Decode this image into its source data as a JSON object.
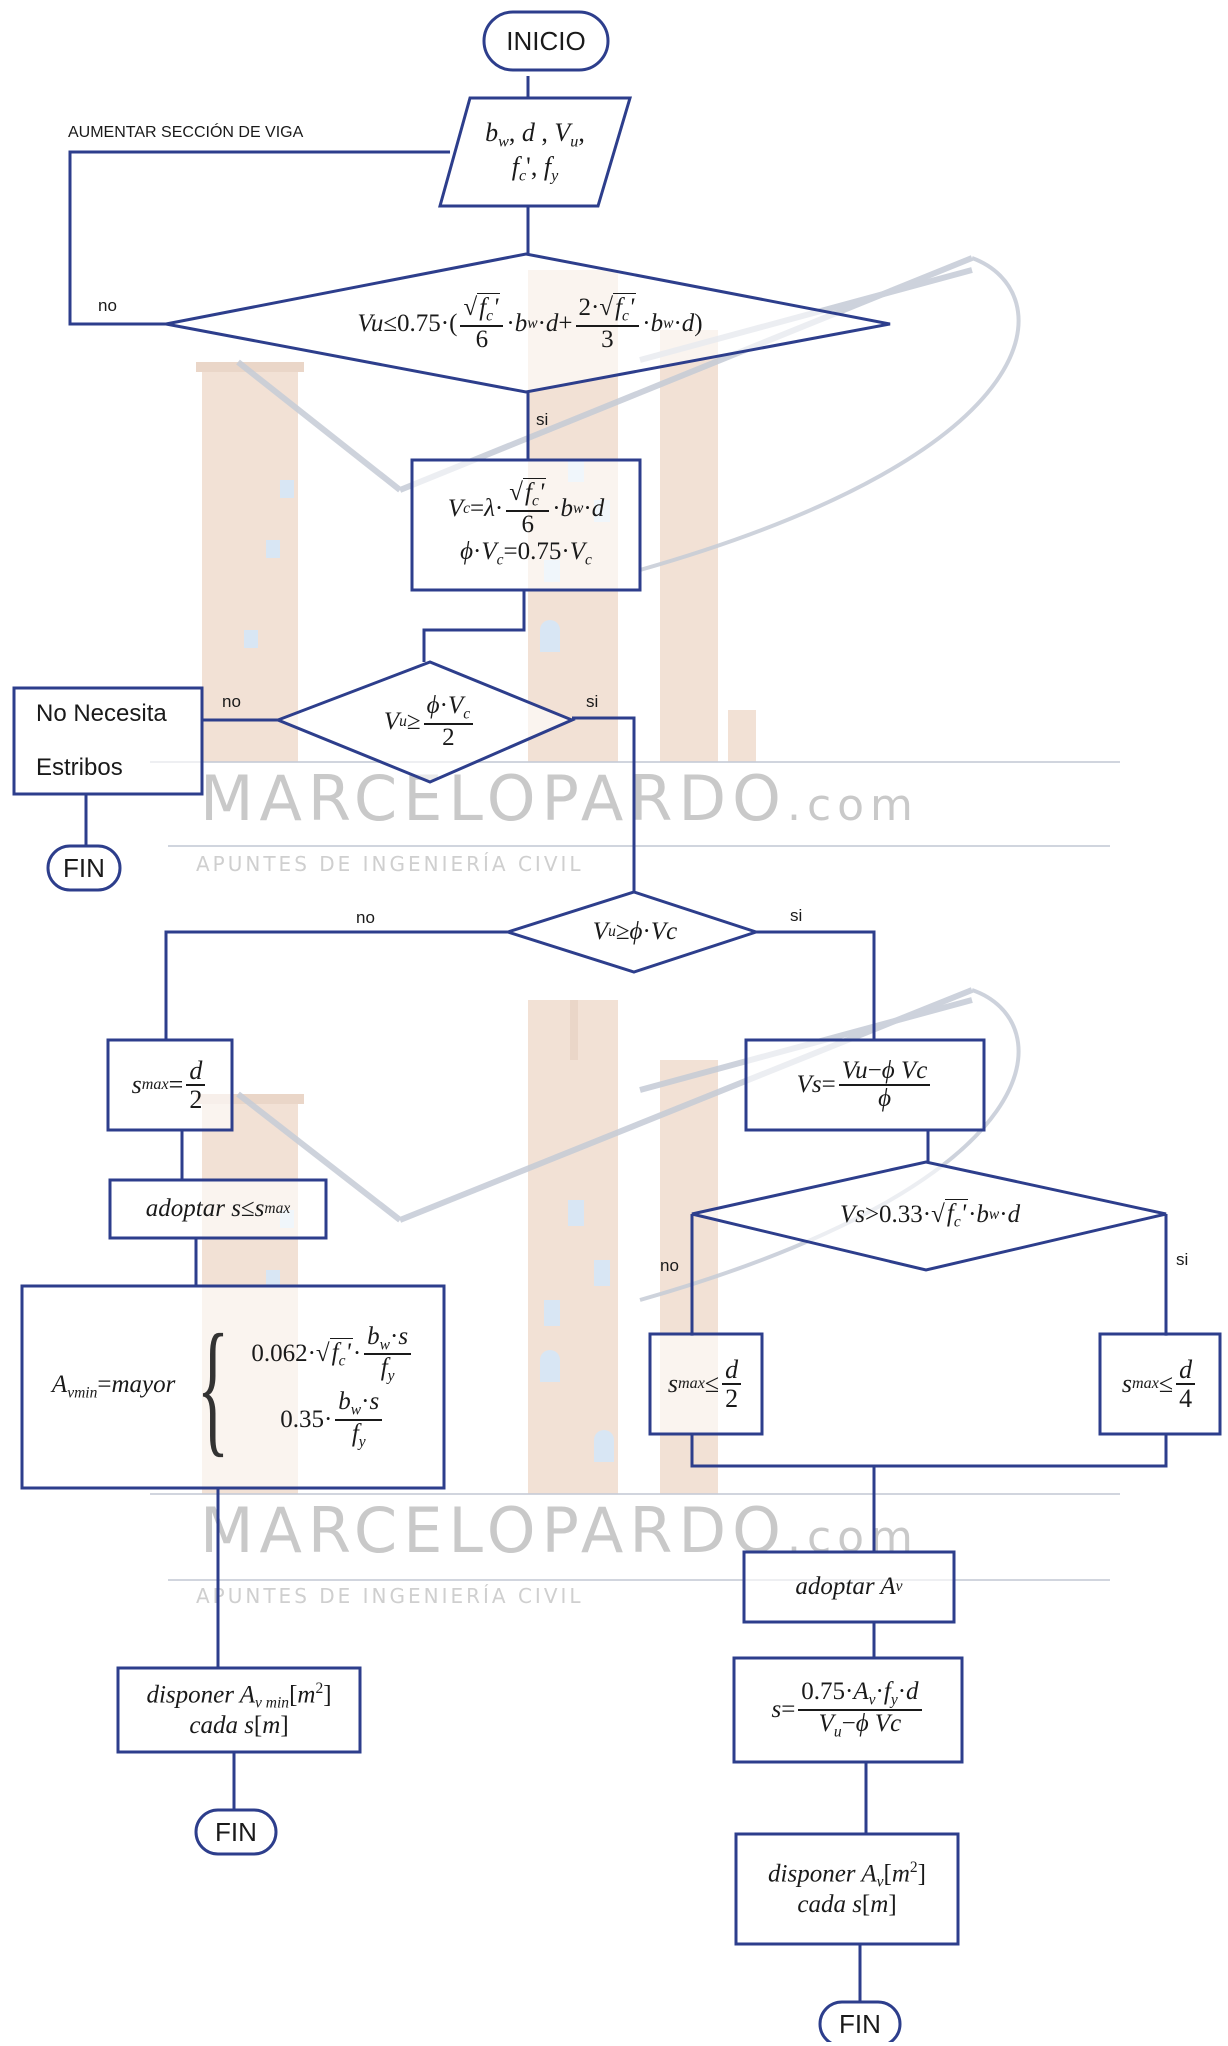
{
  "watermark": {
    "brand": "MARCELOPARDO",
    "domain": ".com",
    "tagline": "APUNTES DE INGENIERÍA CIVIL"
  },
  "colors": {
    "line": "#2d3e8c",
    "text": "#1a1a1a",
    "watermark_building": "#e8c9b3",
    "watermark_window": "#b9d3ec"
  },
  "nodes": {
    "start": "INICIO",
    "inputs": "b_w, d, V_u, f_c', f_y",
    "check_section": "Vu ≤ 0.75·(√f_c'/6·b_w·d + 2·√f_c'/3·b_w·d)",
    "vc_calc": "V_c = λ·√f_c'/6·b_w·d ; φ·V_c = 0.75·V_c",
    "check_min": "V_u ≥ φ·V_c / 2",
    "no_stirrups_line1": "No Necesita",
    "no_stirrups_line2": "Estribos",
    "end": "FIN",
    "check_vc": "V_u ≥ φ·Vc",
    "smax_half": "s_max = d/2",
    "adopt_s": "adoptar s ≤ s_max",
    "avmin": "A_vmin = mayor {0.062·√f_c'·b_w·s/f_y ; 0.35·b_w·s/f_y}",
    "dispose_min": "disponer A_vmin[m²] cada s[m]",
    "vs_calc": "Vs = (Vu − φVc)/φ",
    "check_vs": "Vs > 0.33·√f_c'·b_w·d",
    "smax_d2": "s_max ≤ d/2",
    "smax_d4": "s_max ≤ d/4",
    "adopt_av": "adoptar A_v",
    "s_calc": "s = 0.75·A_v·f_y·d / (V_u − φVc)",
    "dispose": "disponer A_v[m²] cada s[m]"
  },
  "labels": {
    "increase_section": "AUMENTAR SECCIÓN DE VIGA",
    "no": "no",
    "yes": "si"
  }
}
